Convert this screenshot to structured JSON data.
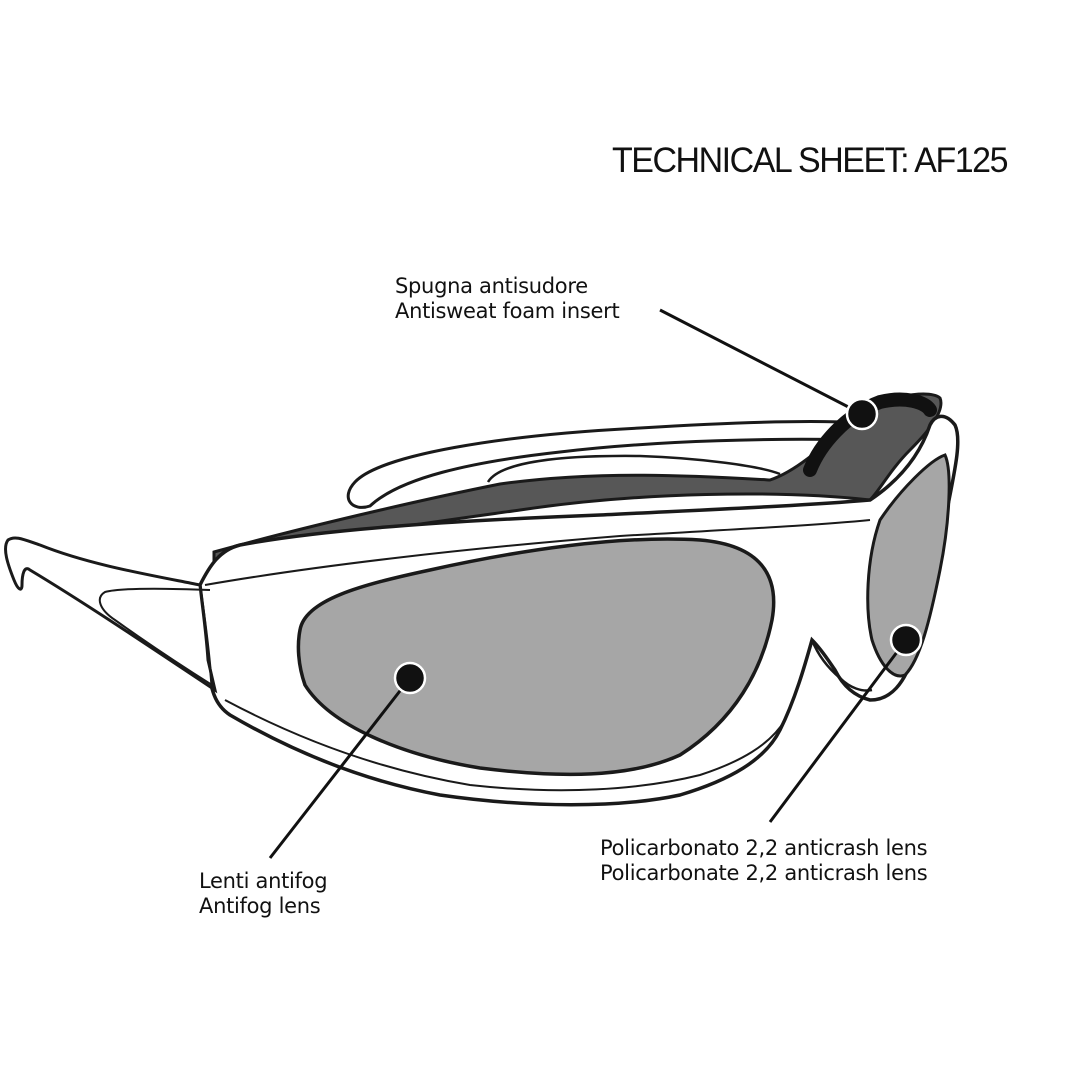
{
  "title": "TECHNICAL SHEET: AF125",
  "callouts": {
    "foam": {
      "line1": "Spugna antisudore",
      "line2": "Antisweat foam insert"
    },
    "antifog": {
      "line1": "Lenti antifog",
      "line2": "Antifog lens"
    },
    "polycarbonate": {
      "line1": "Policarbonato 2,2 anticrash lens",
      "line2": "Policarbonate 2,2 anticrash lens"
    }
  },
  "colors": {
    "outline": "#1a1a1a",
    "lens": "#a6a6a6",
    "foam": "#575757",
    "frame": "#ffffff",
    "marker": "#111111"
  }
}
